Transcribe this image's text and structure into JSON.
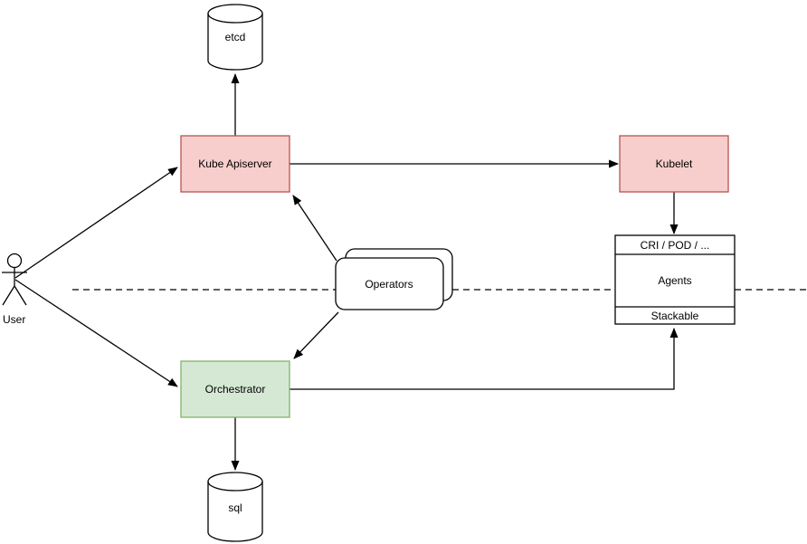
{
  "diagram": {
    "type": "architecture-diagram",
    "colors": {
      "canvas_bg": "#FFFFFF",
      "line": "#000000",
      "plain_fill": "#FFFFFF",
      "plain_stroke": "#000000",
      "red_fill": "#F8CECC",
      "red_stroke": "#B85450",
      "green_fill": "#D5E8D4",
      "green_stroke": "#82B366"
    },
    "nodes": {
      "etcd": {
        "label": "etcd",
        "shape": "cylinder"
      },
      "kube_apiserver": {
        "label": "Kube Apiserver",
        "shape": "rect",
        "fill": "#F8CECC",
        "stroke": "#B85450"
      },
      "kubelet": {
        "label": "Kubelet",
        "shape": "rect",
        "fill": "#F8CECC",
        "stroke": "#B85450"
      },
      "operators": {
        "label": "Operators",
        "shape": "stacked-rounded-rect"
      },
      "orchestrator": {
        "label": "Orchestrator",
        "shape": "rect",
        "fill": "#D5E8D4",
        "stroke": "#82B366"
      },
      "sql": {
        "label": "sql",
        "shape": "cylinder"
      },
      "user": {
        "label": "User",
        "shape": "actor"
      },
      "agents": {
        "shape": "stack-list",
        "rows": [
          "CRI / POD / ...",
          "Agents",
          "Stackable"
        ]
      }
    },
    "edges": [
      {
        "from": "User",
        "to": "Kube Apiserver",
        "arrow": true,
        "style": "solid"
      },
      {
        "from": "User",
        "to": "Orchestrator",
        "arrow": true,
        "style": "solid"
      },
      {
        "from": "Kube Apiserver",
        "to": "etcd",
        "arrow": true,
        "style": "solid"
      },
      {
        "from": "Kube Apiserver",
        "to": "Kubelet",
        "arrow": true,
        "style": "solid"
      },
      {
        "from": "Kubelet",
        "to": "CRI / POD / ...",
        "arrow": true,
        "style": "solid"
      },
      {
        "from": "Operators",
        "to": "Kube Apiserver",
        "arrow": true,
        "style": "solid"
      },
      {
        "from": "Operators",
        "to": "Orchestrator",
        "arrow": true,
        "style": "solid"
      },
      {
        "from": "Orchestrator",
        "to": "sql",
        "arrow": true,
        "style": "solid"
      },
      {
        "from": "Orchestrator",
        "to": "Stackable",
        "arrow": true,
        "style": "solid"
      }
    ],
    "separator": {
      "style": "dashed",
      "orientation": "horizontal"
    }
  }
}
